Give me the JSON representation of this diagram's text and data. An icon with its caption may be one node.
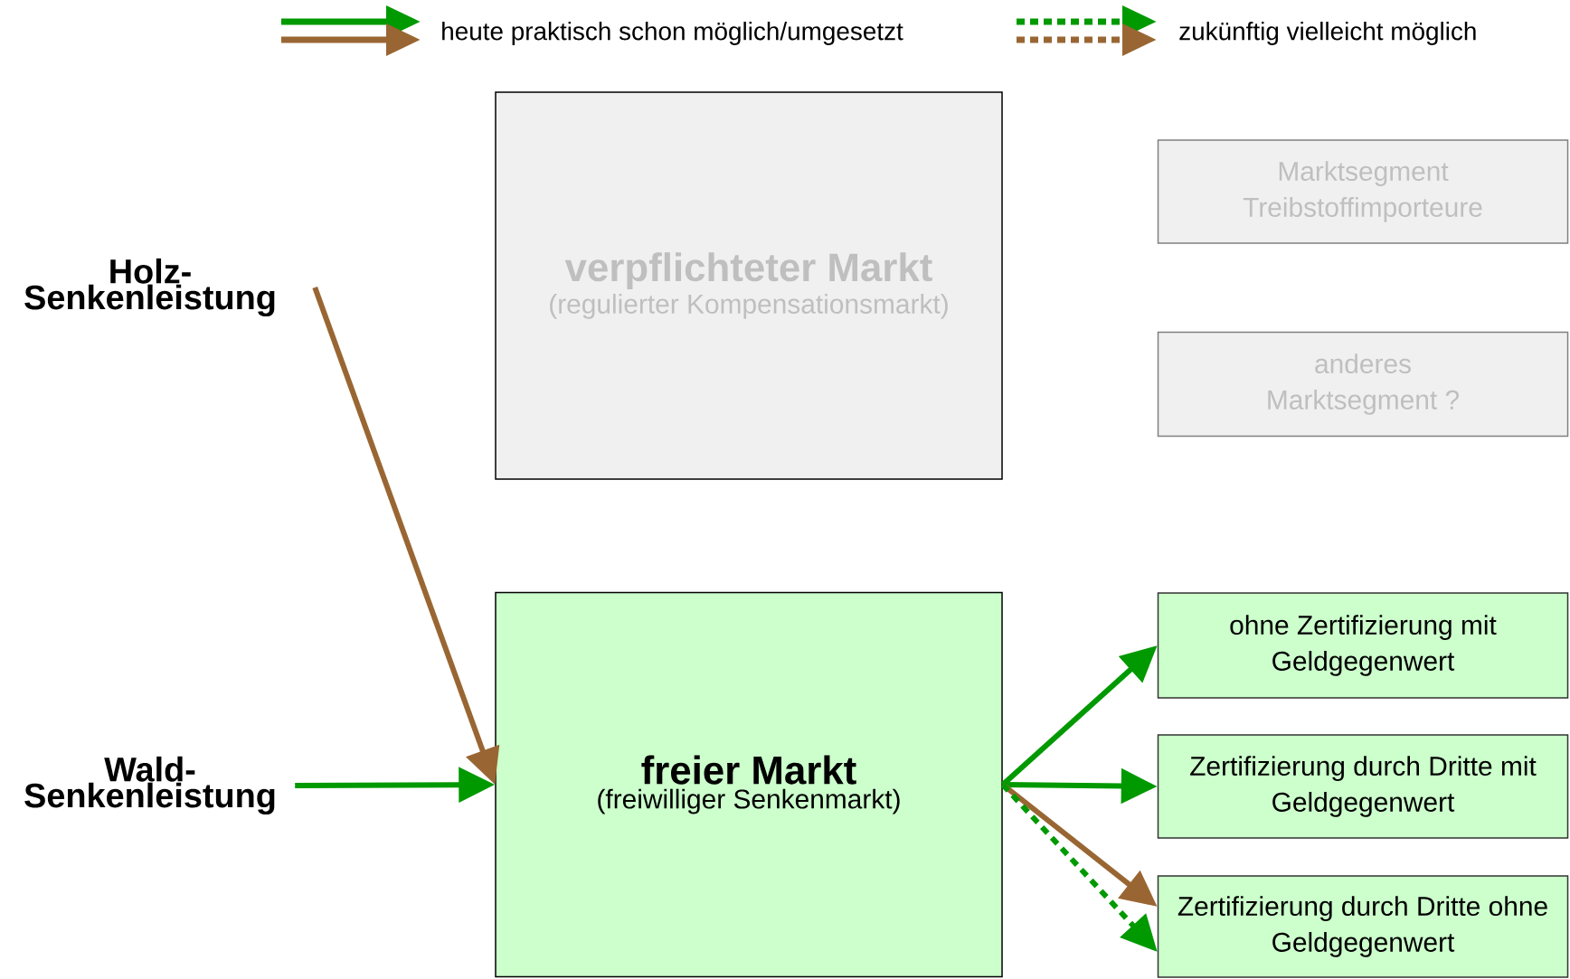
{
  "diagram": {
    "nodes": [
      {
        "text": [
          "Holz- Senkenleistung"
        ]
      },
      {
        "text": [
          "verpflichteter Markt",
          "(regulierter Kompensationsmarkt)"
        ]
      },
      {
        "text": [
          "Marktsegment Treibstoffimporteure"
        ]
      },
      {
        "text": [
          "anderes Marktsegment ?"
        ]
      },
      {
        "text": [
          "Wald- Senkenleistung"
        ]
      },
      {
        "text": [
          "freier Markt",
          "(freiwilliger Senkenmarkt)"
        ]
      },
      {
        "text": [
          "ohne Zertifizierung mit Geldgegenwert"
        ]
      },
      {
        "text": [
          "Zertifizierung durch Dritte mit Geldgegenwert"
        ]
      },
      {
        "text": [
          "Zertifizierung durch Dritte ohne Geldgegenwert"
        ]
      }
    ],
    "edges": [
      {
        "from": 0,
        "to": 5,
        "arrow": "to",
        "color": "#996633"
      },
      {
        "from": 4,
        "to": 5,
        "arrow": "to"
      },
      {
        "from": 5,
        "to": 6,
        "arrow": "to"
      },
      {
        "from": 5,
        "to": 7,
        "arrow": "to"
      },
      {
        "from": 5,
        "to": 8,
        "arrow": "to",
        "color": "#996633"
      },
      {
        "from": 5,
        "to": 8,
        "arrow": "to",
        "style": "dashed"
      }
    ],
    "legend": [
      {
        "text": "heute praktisch schon möglich/umgesetzt"
      },
      {
        "text": "zukünftig vielleicht möglich"
      }
    ]
  }
}
